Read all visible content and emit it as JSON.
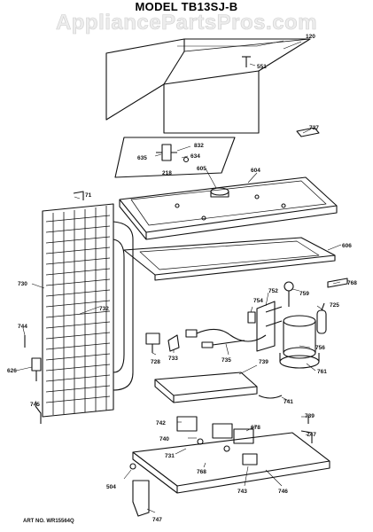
{
  "header": {
    "model_title": "MODEL TB13SJ-B",
    "watermark": "AppliancePartsPros.com"
  },
  "footer": {
    "art_number": "ART NO. WR15564Q"
  },
  "part_labels": {
    "p120": "120",
    "p551": "551",
    "p727": "727",
    "p832": "832",
    "p635": "635",
    "p634": "634",
    "p218": "218",
    "p605": "605",
    "p604": "604",
    "p71": "71",
    "p606": "606",
    "p768": "768",
    "p730": "730",
    "p752": "752",
    "p759": "759",
    "p725": "725",
    "p732": "732",
    "p754": "754",
    "p744": "744",
    "p756": "756",
    "p626": "626",
    "p728": "728",
    "p733": "733",
    "p735": "735",
    "p761": "761",
    "p739": "739",
    "p741": "741",
    "p745": "745",
    "p742": "742",
    "p739b": "739",
    "p678": "678",
    "p740": "740",
    "p747": "747",
    "p731": "731",
    "p504": "504",
    "p768b": "768",
    "p743": "743",
    "p746": "746",
    "p747b": "747"
  }
}
